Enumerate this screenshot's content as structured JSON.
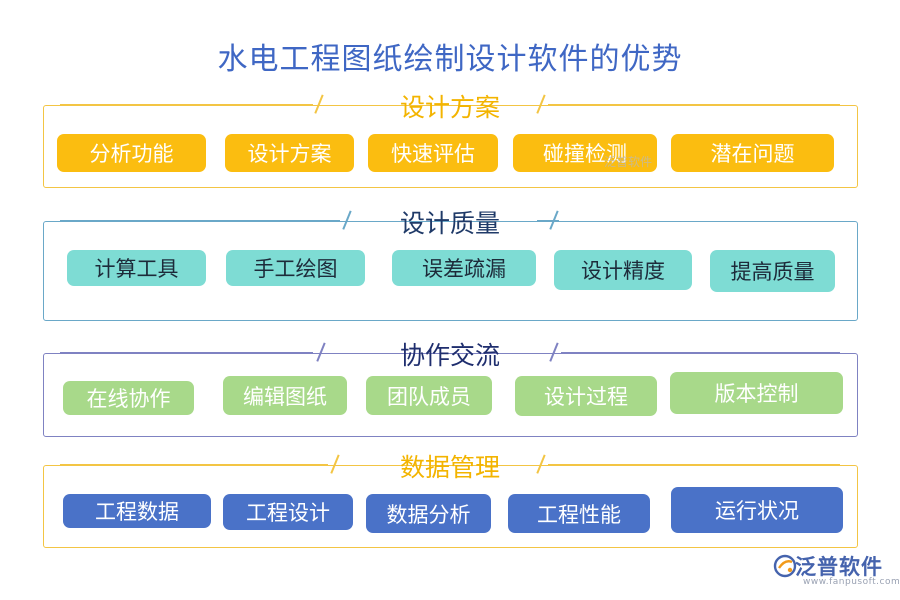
{
  "title": "水电工程图纸绘制设计软件的优势",
  "sections": [
    {
      "heading": "设计方案",
      "heading_color": "#f3b400",
      "border_color": "#f3c544",
      "chip_color": "#fbbd10",
      "items": [
        "分析功能",
        "设计方案",
        "快速评估",
        "碰撞检测",
        "潜在问题"
      ]
    },
    {
      "heading": "设计质量",
      "heading_color": "#1f3a68",
      "border_color": "#6aa8c8",
      "chip_color": "#7edcd4",
      "items": [
        "计算工具",
        "手工绘图",
        "误差疏漏",
        "设计精度",
        "提高质量"
      ]
    },
    {
      "heading": "协作交流",
      "heading_color": "#1f2e6e",
      "border_color": "#7f82c2",
      "chip_color": "#a8d98a",
      "items": [
        "在线协作",
        "编辑图纸",
        "团队成员",
        "设计过程",
        "版本控制"
      ]
    },
    {
      "heading": "数据管理",
      "heading_color": "#f3b400",
      "border_color": "#f3c544",
      "chip_color": "#4a72c8",
      "items": [
        "工程数据",
        "工程设计",
        "数据分析",
        "工程性能",
        "运行状况"
      ]
    }
  ],
  "watermark": "泛普软件",
  "logo": {
    "name": "泛普软件",
    "url": "www.fanpusoft.com",
    "icon": "fanpu-logo-icon"
  }
}
